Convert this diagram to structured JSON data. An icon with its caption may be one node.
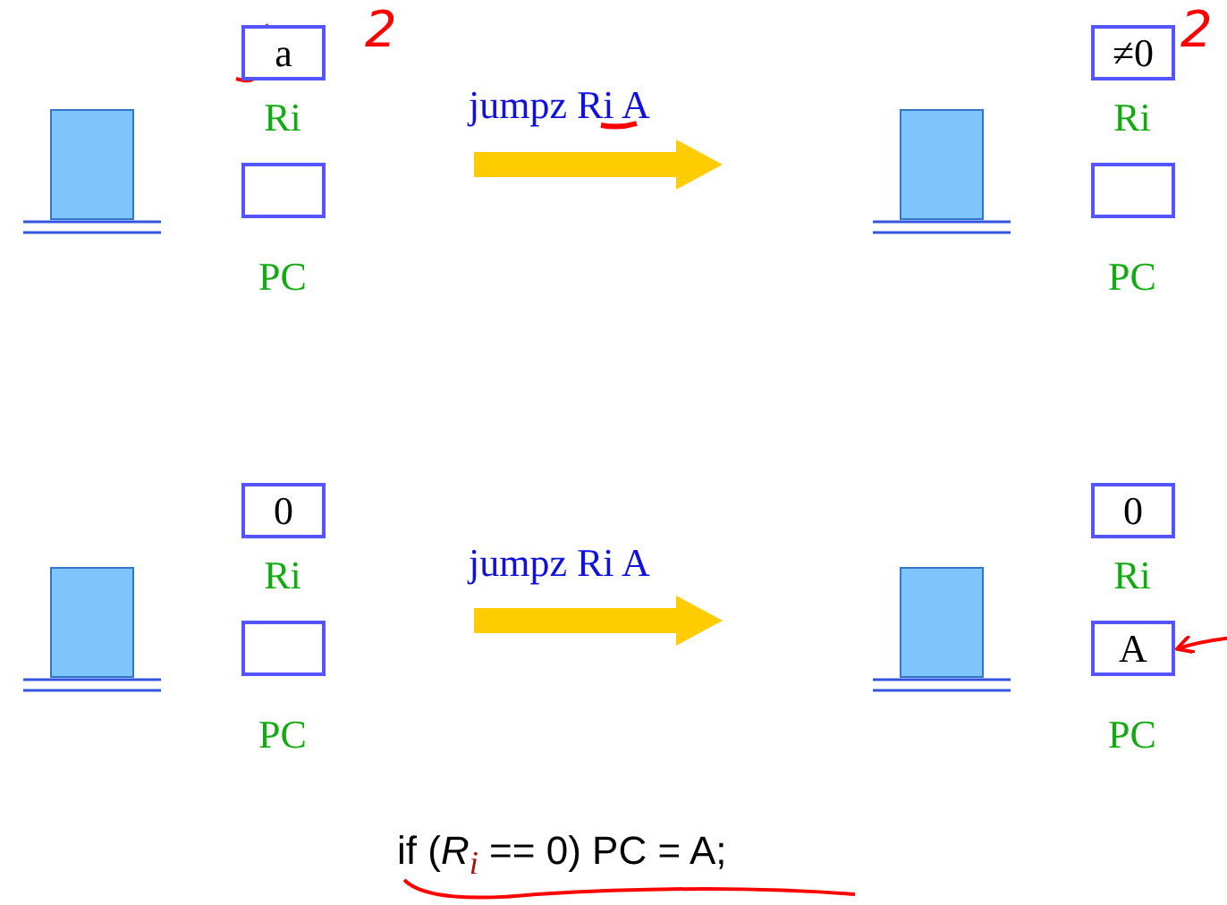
{
  "diagram": {
    "nodes": [
      {
        "text": [],
        "shape": "box"
      },
      {
        "text": [
          "a"
        ],
        "beside": [
          "Ri"
        ]
      },
      {
        "text": [],
        "shape": "box",
        "beside": [
          "PC"
        ]
      },
      {
        "text": [],
        "shape": "box"
      },
      {
        "text": [
          "≠0"
        ],
        "beside": [
          "Ri"
        ]
      },
      {
        "text": [],
        "shape": "box",
        "beside": [
          "PC"
        ]
      },
      {
        "text": [],
        "shape": "box"
      },
      {
        "text": [
          "0"
        ],
        "beside": [
          "Ri"
        ]
      },
      {
        "text": [],
        "shape": "box",
        "beside": [
          "PC"
        ]
      },
      {
        "text": [],
        "shape": "box"
      },
      {
        "text": [
          "0"
        ],
        "beside": [
          "Ri"
        ]
      },
      {
        "text": [
          "A"
        ],
        "beside": [
          "PC"
        ]
      }
    ],
    "edges": [
      {
        "from": null,
        "to": 11,
        "arrow": "to",
        "color": "#ff0000"
      }
    ],
    "labels": [
      "2",
      "jumpz Ri A",
      "2",
      "jumpz Ri A",
      "if (*R*$_{i}$ == 0) PC = A;"
    ]
  }
}
